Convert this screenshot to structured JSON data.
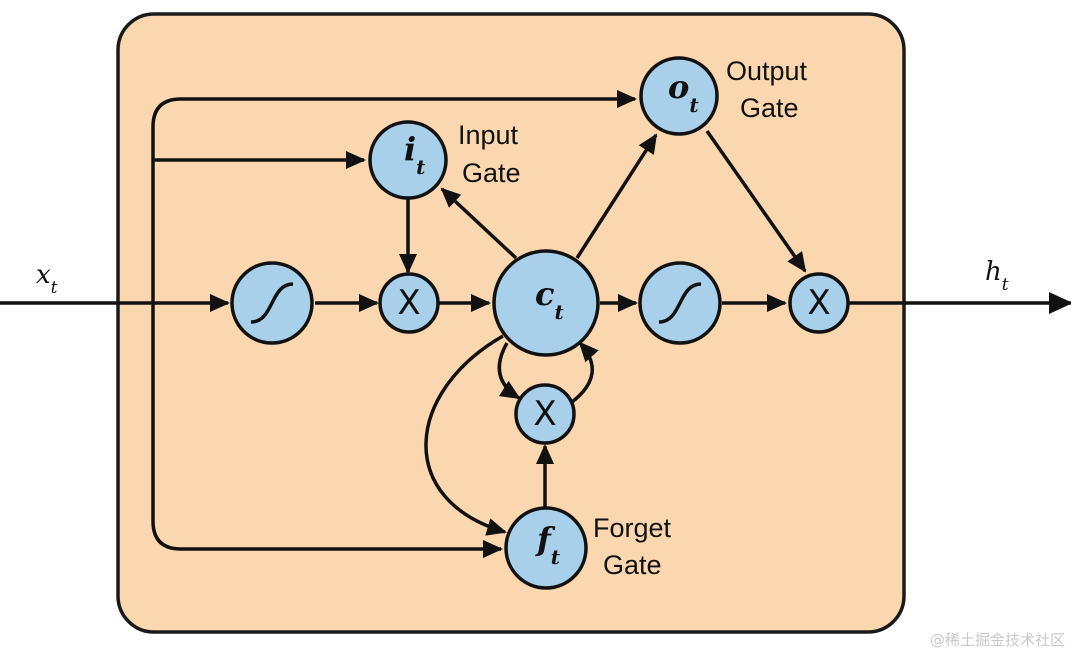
{
  "input": {
    "symbol": "x",
    "subscript": "t"
  },
  "output": {
    "symbol": "h",
    "subscript": "t"
  },
  "gates": {
    "input": {
      "symbol": "i",
      "subscript": "t",
      "label_line1": "Input",
      "label_line2": "Gate"
    },
    "output": {
      "symbol": "o",
      "subscript": "t",
      "label_line1": "Output",
      "label_line2": "Gate"
    },
    "forget": {
      "symbol": "f",
      "subscript": "t",
      "label_line1": "Forget",
      "label_line2": "Gate"
    }
  },
  "cell_state": {
    "symbol": "c",
    "subscript": "t"
  },
  "multiply_symbol": "X",
  "activation_icon": "sigmoid-curve-icon",
  "watermark": "@稀土掘金技术社区",
  "colors": {
    "cell_background": "#fbd7b0",
    "node_fill": "#a9d0ea",
    "stroke": "#111111"
  }
}
